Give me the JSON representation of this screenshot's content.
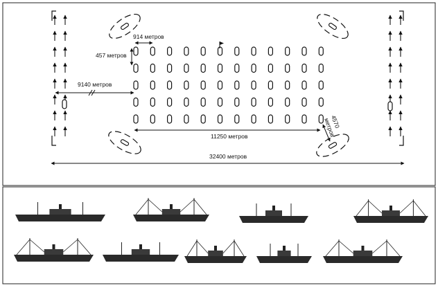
{
  "labels": {
    "spacing_lateral": "914 метров",
    "spacing_column": "457 метров",
    "escort_distance": "9140 метров",
    "convoy_width": "11250 метров",
    "rear_distance_line1": "4570",
    "rear_distance_line2": "метров",
    "total_width": "32400 метров"
  },
  "convoy": {
    "columns": 12,
    "rows": 5,
    "flag_column": 6
  },
  "ship_rows": [
    {
      "count": 4
    },
    {
      "count": 5
    }
  ]
}
